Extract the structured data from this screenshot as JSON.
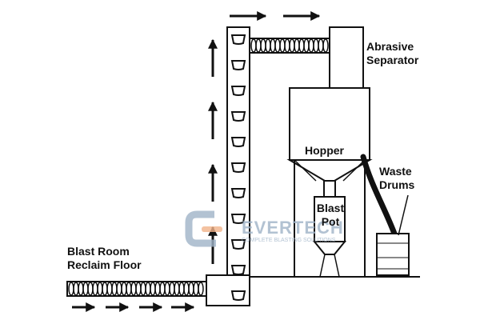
{
  "labels": {
    "abrasive_separator": [
      "Abrasive",
      "Separator"
    ],
    "hopper": "Hopper",
    "blast_pot": [
      "Blast",
      "Pot"
    ],
    "waste_drums": [
      "Waste",
      "Drums"
    ],
    "reclaim_floor": [
      "Blast Room",
      "Reclaim Floor"
    ]
  },
  "watermark": {
    "brand": "EVERTECH",
    "tagline": "COMPLETE BLASTING SOLUTIONS"
  },
  "colors": {
    "line": "#111111",
    "fill": "#ffffff",
    "watermark_blue": "#9fb3c8",
    "watermark_orange": "#f2b38a"
  },
  "icons": {
    "flow_arrow": "arrow-right-icon / arrow-up-icon",
    "screw_conveyor": "auger-coil",
    "bucket": "elevator-bucket"
  }
}
